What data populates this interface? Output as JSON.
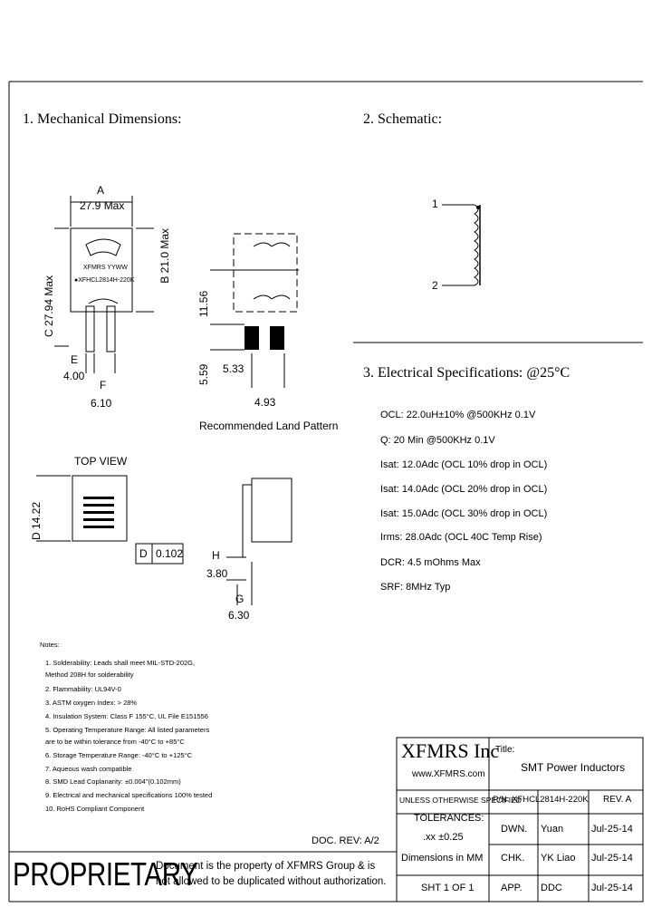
{
  "sections": {
    "mechanical": "1. Mechanical Dimensions:",
    "schematic": "2. Schematic:",
    "electrical": "3. Electrical  Specifications: @25°C"
  },
  "dimensions": {
    "a_label": "A",
    "a_value": "27.9 Max",
    "b_value": "B 21.0 Max",
    "c_value": "C 27.94 Max",
    "marking_1": "XFMRS YYWW",
    "marking_2": "●XFHCL2814H-220K",
    "e_label": "E",
    "e_value": "4.00",
    "f_label": "F",
    "f_value": "6.10",
    "v_1156": "11.56",
    "v_559": "5.59",
    "v_533": "5.33",
    "v_493": "4.93",
    "land_pattern": "Recommended Land Pattern",
    "top_view": "TOP VIEW",
    "d_value": "D 14.22",
    "flat_d": "D",
    "flat_value": "0.102",
    "h_label": "H",
    "h_value": "3.80",
    "g_label": "G",
    "g_value": "6.30"
  },
  "schematic": {
    "pin1": "1",
    "pin2": "2"
  },
  "specs": [
    "OCL: 22.0uH±10% @500KHz 0.1V",
    "Q: 20 Min @500KHz 0.1V",
    "Isat: 12.0Adc (OCL 10% drop in OCL)",
    "Isat: 14.0Adc (OCL 20% drop in OCL)",
    "Isat: 15.0Adc (OCL 30% drop in OCL)",
    "Irms: 28.0Adc (OCL 40C Temp Rise)",
    "DCR: 4.5 mOhms Max",
    "SRF: 8MHz Typ"
  ],
  "notes": {
    "title": "Notes:",
    "items": [
      "1. Solderability: Leads shall meet MIL-STD-202G,",
      "    Method 208H for solderability",
      "2. Flammability: UL94V-0",
      "3. ASTM oxygen Index: > 28%",
      "4. Insulation System: Class F 155°C, UL File E151556",
      "5. Operating Temperature Range: All listed parameters",
      "    are to be within tolerance from -40°C to +85°C",
      "6. Storage Temperature Range: -40°C to +125°C",
      "7. Aqueous wash compatible",
      "8. SMD Lead Coplanarity: ±0.004\"(0.102mm)",
      "9. Electrical and mechanical specifications 100% tested",
      "10. RoHS Compliant Component"
    ]
  },
  "title_block": {
    "company": "XFMRS Inc",
    "website": "www.XFMRS.com",
    "title_label": "Title:",
    "title_value": "SMT Power Inductors",
    "unless": "UNLESS OTHERWISE SPECIFIED",
    "pn": "P/N: XFHCL2814H-220K",
    "rev": "REV.  A",
    "tolerances": "TOLERANCES:",
    "tol_value": ".xx ±0.25",
    "dimensions_in": "Dimensions in MM",
    "dwn": "DWN.",
    "dwn_name": "Yuan",
    "dwn_date": "Jul-25-14",
    "chk": "CHK.",
    "chk_name": "YK Liao",
    "chk_date": "Jul-25-14",
    "app": "APP.",
    "app_name": "DDC",
    "app_date": "Jul-25-14",
    "sheet": "SHT 1 OF 1",
    "doc_rev": "DOC. REV:  A/2",
    "proprietary": "PROPRIETARY",
    "prop_line1": "Document is the property of XFMRS Group & is",
    "prop_line2": "not allowed to be duplicated without authorization."
  }
}
